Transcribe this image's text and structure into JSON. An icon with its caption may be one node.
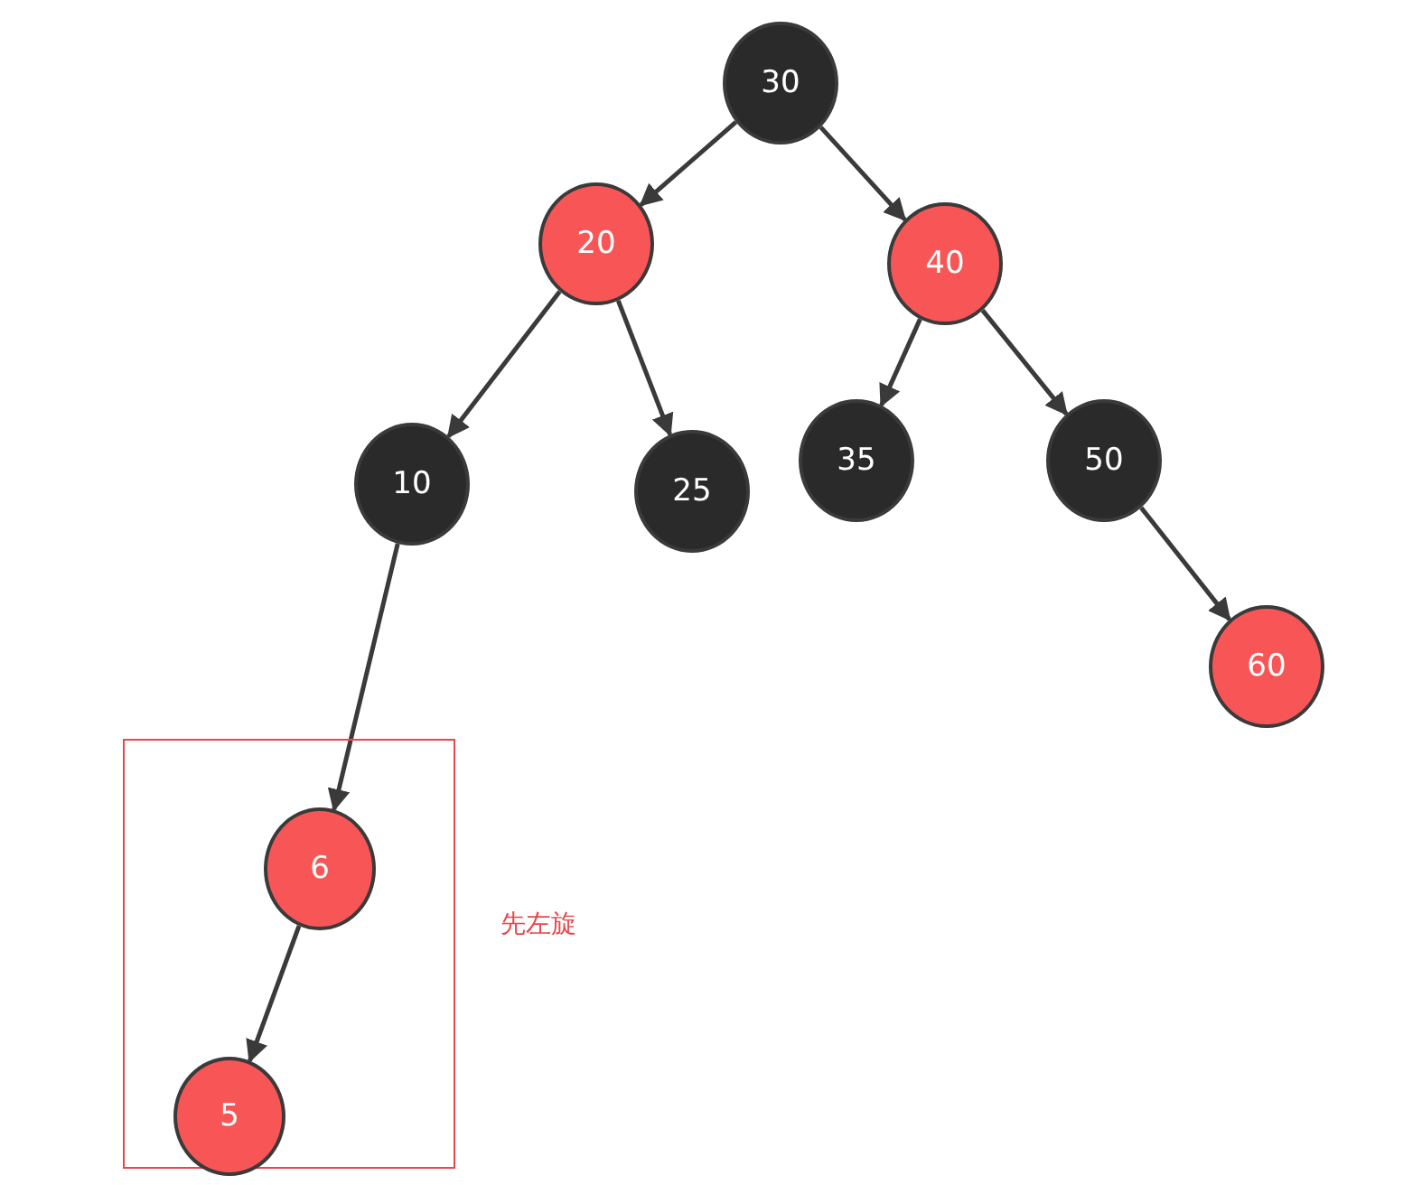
{
  "diagram": {
    "nodes": [
      {
        "text": [
          "30"
        ]
      },
      {
        "text": [
          "20"
        ]
      },
      {
        "text": [
          "40"
        ]
      },
      {
        "text": [
          "10"
        ]
      },
      {
        "text": [
          "25"
        ]
      },
      {
        "text": [
          "35"
        ]
      },
      {
        "text": [
          "50"
        ]
      },
      {
        "text": [
          "60"
        ]
      },
      {
        "text": [],
        "shape": "box",
        "beside": [
          "先左旋"
        ]
      },
      {
        "text": [
          "6"
        ],
        "in": 8
      },
      {
        "text": [
          "5"
        ],
        "in": 8
      }
    ],
    "edges": [
      {
        "from": 0,
        "to": 1,
        "arrow": "to"
      },
      {
        "from": 0,
        "to": 2,
        "arrow": "to"
      },
      {
        "from": 1,
        "to": 3,
        "arrow": "to"
      },
      {
        "from": 1,
        "to": 4,
        "arrow": "to"
      },
      {
        "from": 2,
        "to": 5,
        "arrow": "to"
      },
      {
        "from": 2,
        "to": 6,
        "arrow": "to"
      },
      {
        "from": 6,
        "to": 7,
        "arrow": "to"
      },
      {
        "from": 3,
        "to": 9,
        "arrow": "to"
      },
      {
        "from": 9,
        "to": 10,
        "arrow": "to"
      }
    ]
  }
}
